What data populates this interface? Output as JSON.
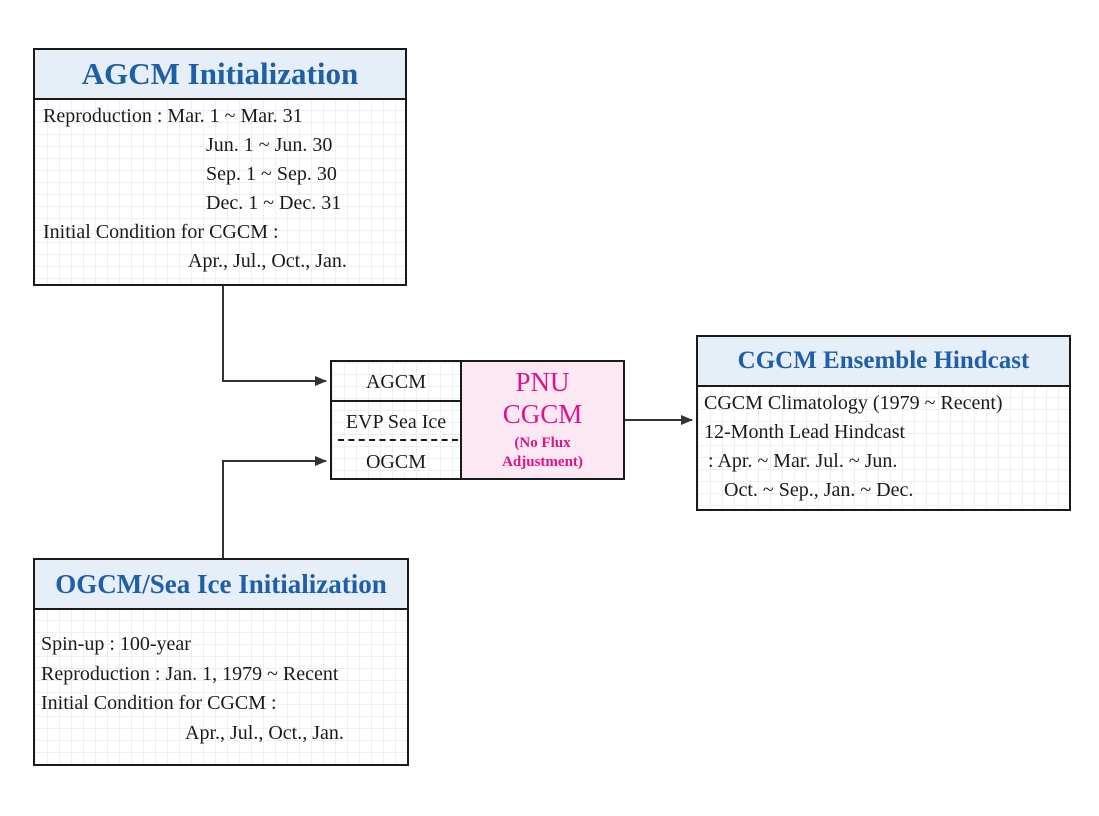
{
  "agcm_init": {
    "title": "AGCM Initialization",
    "lines": [
      "Reproduction : Mar. 1 ~ Mar. 31",
      "Jun. 1 ~ Jun. 30",
      "Sep. 1 ~ Sep. 30",
      "Dec. 1 ~ Dec. 31",
      "Initial Condition for CGCM :",
      "Apr., Jul., Oct., Jan."
    ]
  },
  "ogcm_init": {
    "title": "OGCM/Sea Ice Initialization",
    "lines": [
      "Spin-up : 100-year",
      "Reproduction : Jan. 1, 1979 ~ Recent",
      "Initial Condition for CGCM :",
      "Apr., Jul., Oct., Jan."
    ]
  },
  "model": {
    "components": [
      "AGCM",
      "EVP Sea Ice",
      "OGCM"
    ],
    "name_line1": "PNU",
    "name_line2": "CGCM",
    "note_line1": "(No Flux",
    "note_line2": "Adjustment)"
  },
  "hindcast": {
    "title": "CGCM Ensemble Hindcast",
    "lines": [
      "CGCM Climatology (1979 ~ Recent)",
      "12-Month Lead Hindcast",
      ": Apr. ~ Mar. Jul. ~ Jun.",
      "Oct. ~ Sep., Jan. ~ Dec."
    ]
  },
  "colors": {
    "title_blue": "#1f5fa8",
    "header_fill": "#e6eef7",
    "model_pink_text": "#e0128a",
    "model_pink_fill": "#fbe8f2"
  }
}
